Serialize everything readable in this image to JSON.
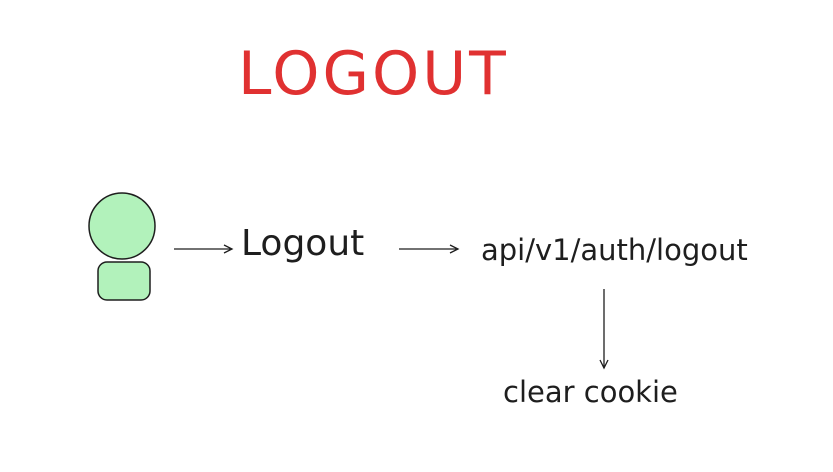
{
  "title": "LOGOUT",
  "nodes": {
    "logout_step": "Logout",
    "endpoint": "api/v1/auth/logout",
    "clear_cookie": "clear cookie"
  },
  "colors": {
    "title": "#e03131",
    "user_fill": "#b2f2bb",
    "stroke": "#1e1e1e"
  }
}
